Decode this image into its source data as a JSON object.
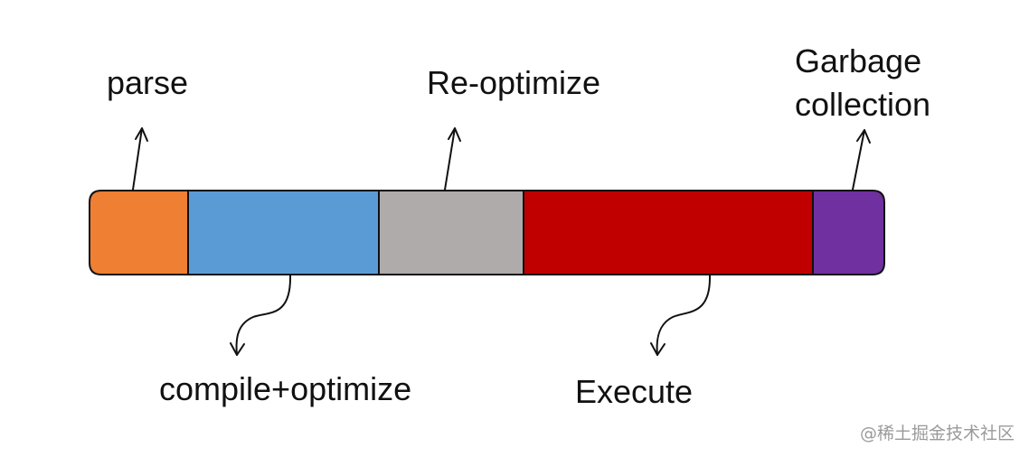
{
  "diagram": {
    "segments": [
      {
        "id": "parse",
        "label": "parse",
        "color": "#ee7f33"
      },
      {
        "id": "compile",
        "label": "compile+optimize",
        "color": "#5b9bd5"
      },
      {
        "id": "reopt",
        "label": "Re-optimize",
        "color": "#afabab"
      },
      {
        "id": "execute",
        "label": "Execute",
        "color": "#c00000"
      },
      {
        "id": "gc",
        "label_lines": [
          "Garbage",
          "collection"
        ],
        "color": "#7030a0"
      }
    ]
  },
  "watermark": "@稀土掘金技术社区"
}
